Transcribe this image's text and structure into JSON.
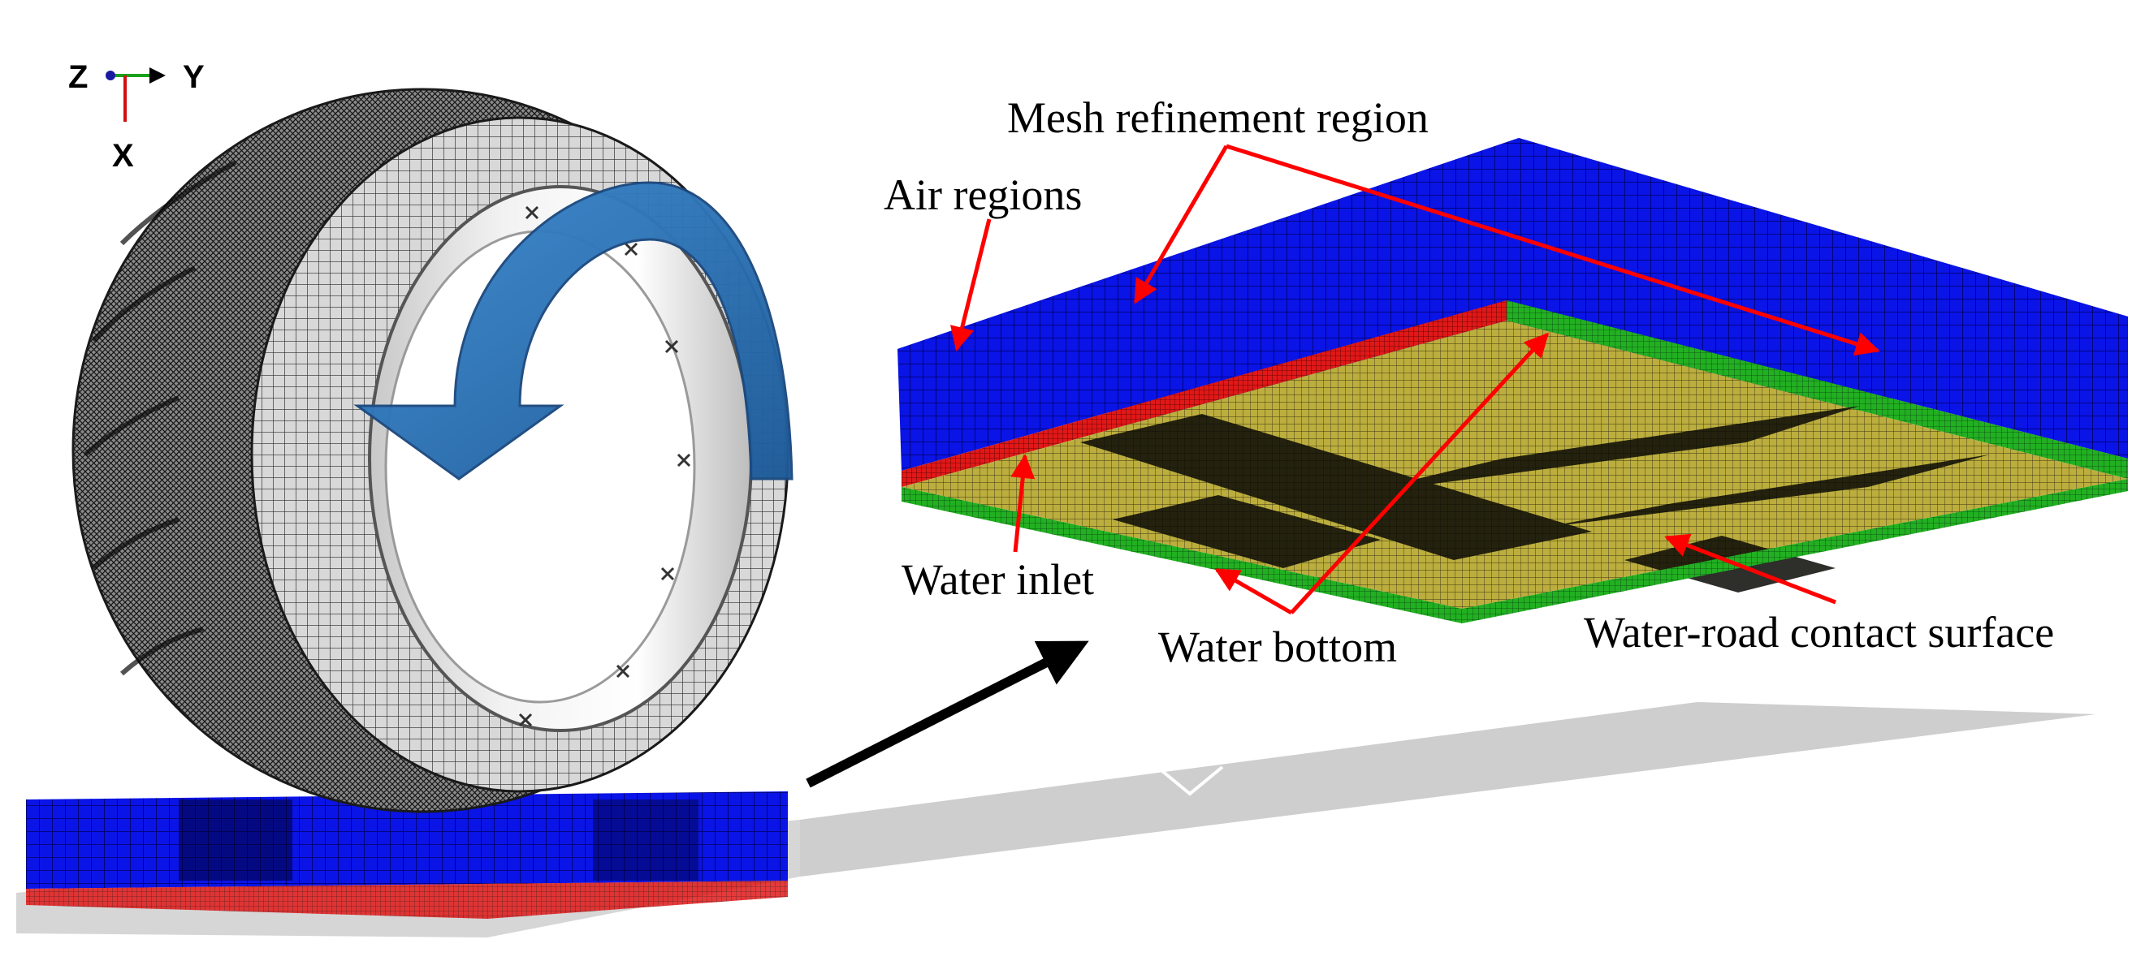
{
  "axis_triad": {
    "z_label": "Z",
    "y_label": "Y",
    "x_label": "X",
    "colors": {
      "y_axis": "#1aa01a",
      "x_axis": "#d01010",
      "z_axis": "#1a1aa0"
    }
  },
  "labels": {
    "mesh_refinement": "Mesh refinement region",
    "air_regions": "Air regions",
    "water_inlet": "Water inlet",
    "water_bottom": "Water bottom",
    "water_road_contact": "Water-road contact surface"
  },
  "colors": {
    "air_region": "#0a14e6",
    "refinement_strip": "#e01818",
    "water_bottom_edge": "#22b022",
    "water_surface": "#b8aa3c",
    "rotation_arrow": "#2e78c0",
    "callout": "#ff0000",
    "zoom_arrow": "#000000",
    "ground_plane": "#d2d2d2"
  },
  "icons": {
    "tire": "tire-mesh-icon",
    "rim": "wheel-rim-icon",
    "rotation": "rotation-arrow-icon",
    "zoom": "zoom-arrow-icon"
  }
}
